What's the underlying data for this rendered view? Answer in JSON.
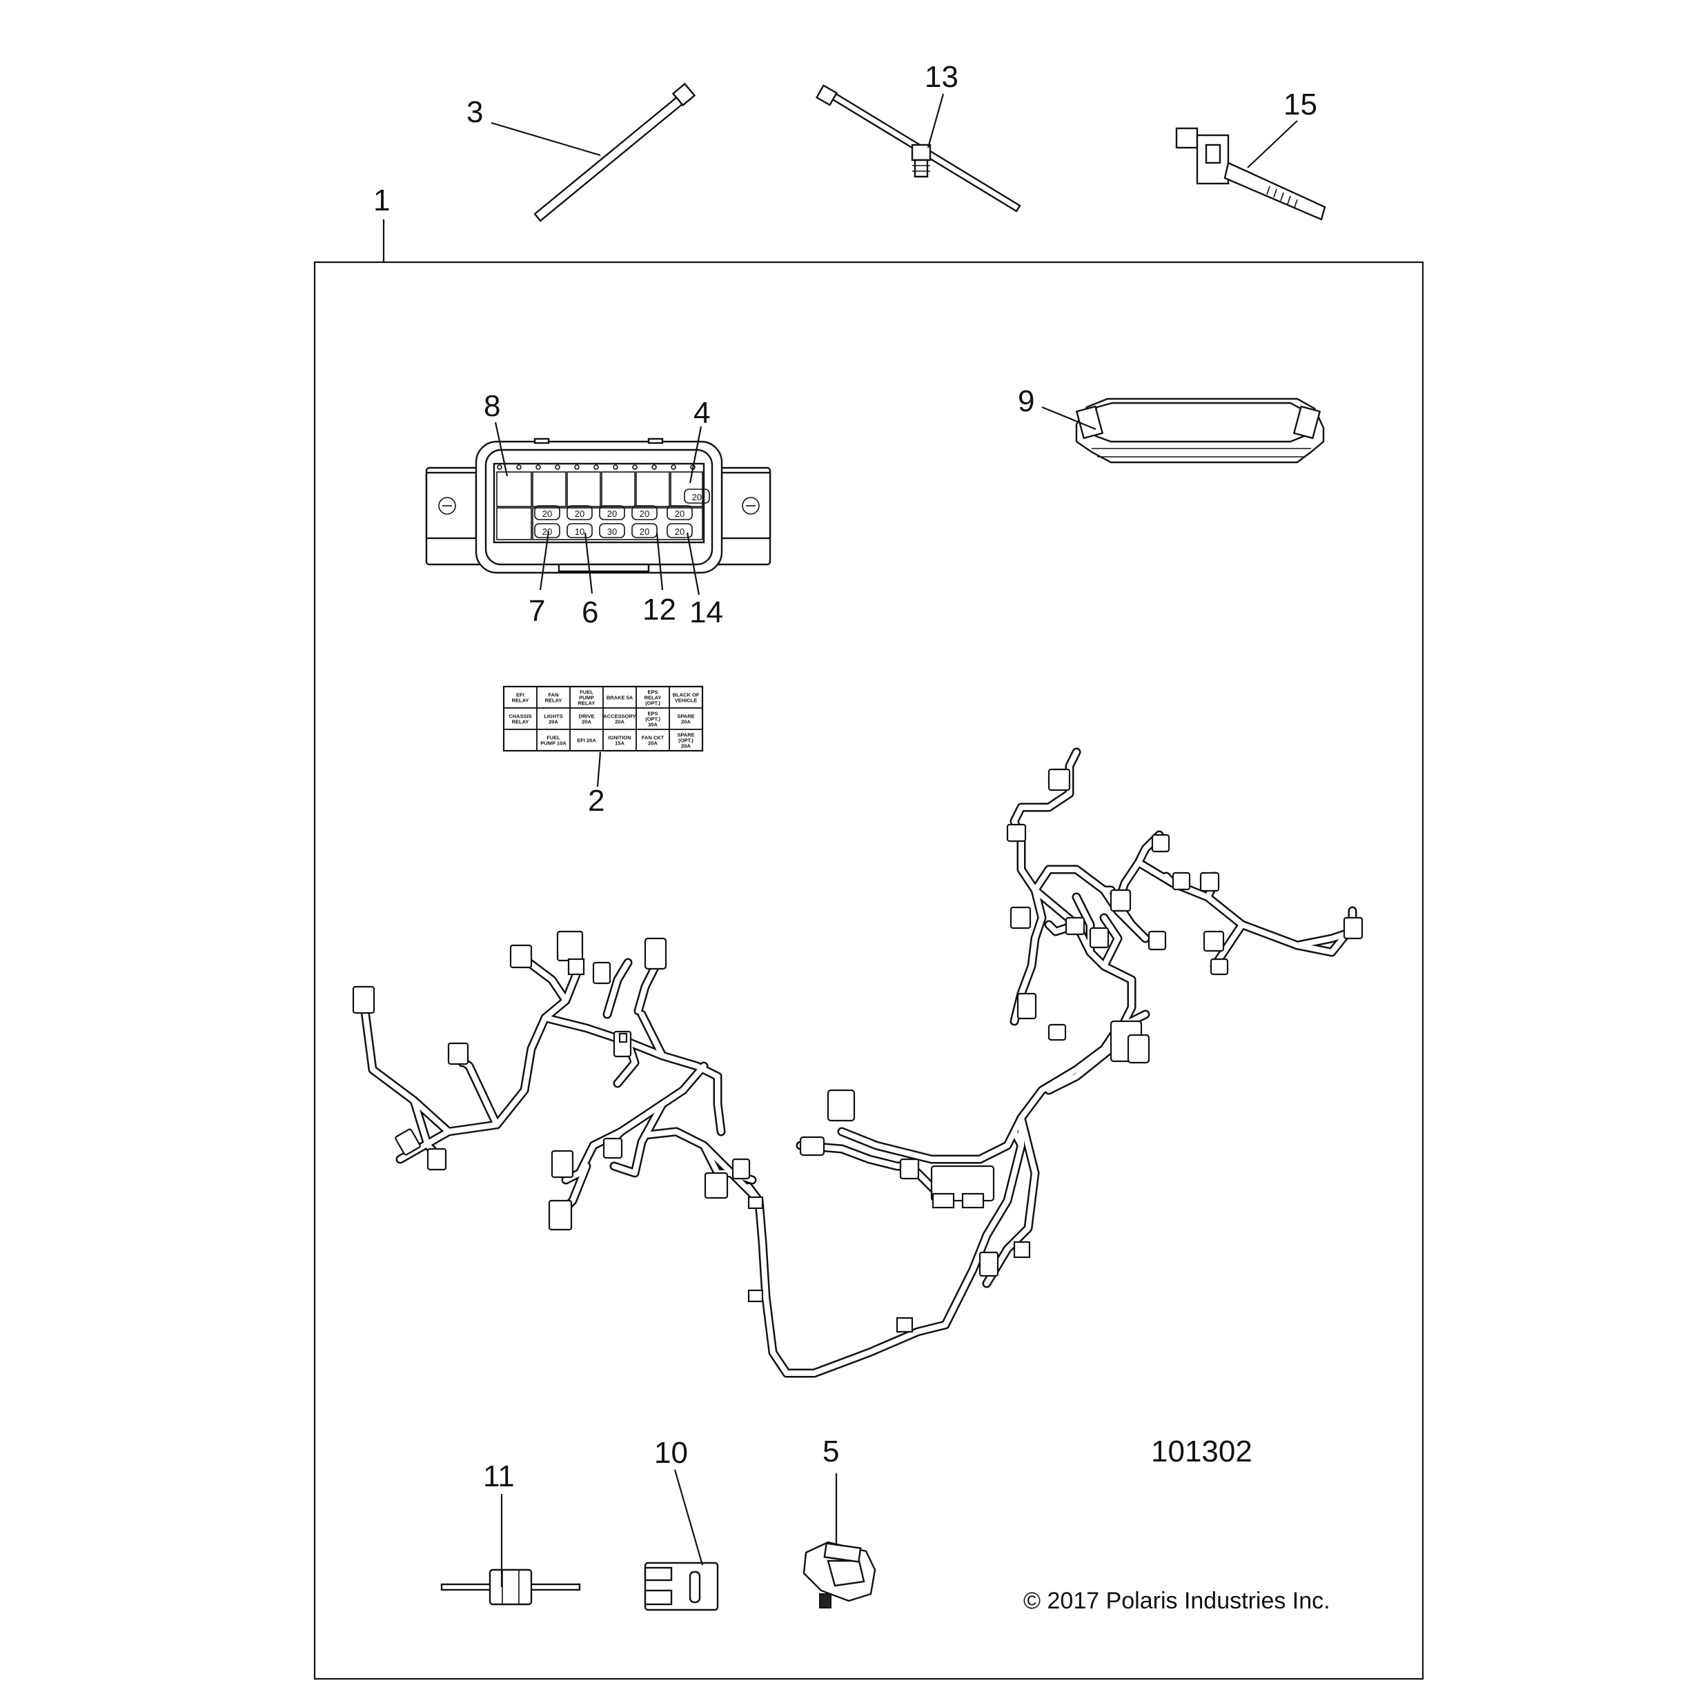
{
  "callouts": {
    "c1": "1",
    "c2": "2",
    "c3": "3",
    "c4": "4",
    "c5": "5",
    "c6": "6",
    "c7": "7",
    "c8": "8",
    "c9": "9",
    "c10": "10",
    "c11": "11",
    "c12": "12",
    "c13": "13",
    "c14": "14",
    "c15": "15"
  },
  "drawing_number": "101302",
  "copyright": "© 2017 Polaris Industries Inc.",
  "fuse_label": {
    "cells": [
      "EFI RELAY",
      "FAN RELAY",
      "FUEL PUMP RELAY",
      "BRAKE 5A",
      "EPS RELAY (OPT.)",
      "BLACK OF VEHICLE",
      "CHASSIS RELAY",
      "LIGHTS 20A",
      "DRIVE 20A",
      "ACCESSORY 20A",
      "EPS (OPT.) 30A",
      "SPARE 20A",
      "",
      "FUEL PUMP 10A",
      "EFI 20A",
      "IGNITION 15A",
      "FAN CKT 20A",
      "SPARE (OPT.) 20A"
    ]
  },
  "fuse_box": {
    "fuse_values": [
      "20",
      "20",
      "20",
      "20",
      "20",
      "20",
      "10",
      "30",
      "20",
      "20",
      "20"
    ]
  }
}
